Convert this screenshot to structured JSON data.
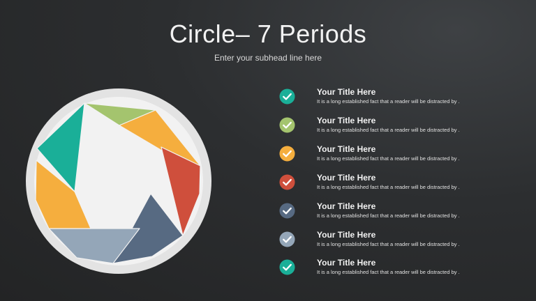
{
  "title": "Circle– 7 Periods",
  "subtitle": "Enter your subhead line here",
  "colors": {
    "teal": "#1aaf98",
    "green": "#a4c46e",
    "orange": "#f5ae3e",
    "red": "#cf4f3c",
    "slate": "#576a82",
    "gray_blue": "#94a6b8",
    "ring": "#e3e3e3",
    "center": "#f2f2f2"
  },
  "segments": [
    {
      "name": "teal",
      "color": "#1aaf98"
    },
    {
      "name": "green",
      "color": "#a4c46e"
    },
    {
      "name": "orange-top",
      "color": "#f5ae3e"
    },
    {
      "name": "red",
      "color": "#cf4f3c"
    },
    {
      "name": "slate",
      "color": "#576a82"
    },
    {
      "name": "gray-blue",
      "color": "#94a6b8"
    },
    {
      "name": "orange-left",
      "color": "#f5ae3e"
    }
  ],
  "items": [
    {
      "title": "Your Title Here",
      "desc": "It is a long established fact that a reader will be distracted by .",
      "color": "#1aaf98",
      "icon": "check-icon"
    },
    {
      "title": "Your Title Here",
      "desc": "It is a long established fact that a reader will be distracted by .",
      "color": "#a4c46e",
      "icon": "check-icon"
    },
    {
      "title": "Your Title Here",
      "desc": "It is a long established fact that a reader will be distracted by .",
      "color": "#f5ae3e",
      "icon": "check-icon"
    },
    {
      "title": "Your Title Here",
      "desc": "It is a long established fact that a reader will be distracted by .",
      "color": "#cf4f3c",
      "icon": "check-icon"
    },
    {
      "title": "Your Title Here",
      "desc": "It is a long established fact that a reader will be distracted by .",
      "color": "#576a82",
      "icon": "check-icon"
    },
    {
      "title": "Your Title Here",
      "desc": "It is a long established fact that a reader will be distracted by .",
      "color": "#94a6b8",
      "icon": "check-icon"
    },
    {
      "title": "Your Title Here",
      "desc": "It is a long established fact that a reader will be distracted by .",
      "color": "#1aaf98",
      "icon": "check-icon"
    }
  ]
}
